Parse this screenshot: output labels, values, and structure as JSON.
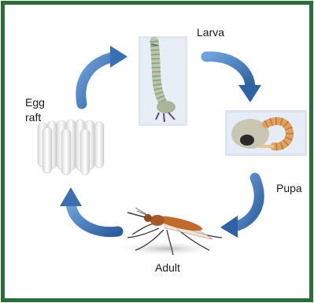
{
  "diagram": {
    "stages": [
      {
        "id": "larva",
        "label": "Larva"
      },
      {
        "id": "pupa",
        "label": "Pupa"
      },
      {
        "id": "adult",
        "label": "Adult"
      },
      {
        "id": "egg",
        "label_line1": "Egg",
        "label_line2": "raft"
      }
    ],
    "colors": {
      "border": "#2e6b3a",
      "arrow": "#4a84c6",
      "arrow_dark": "#2d5f9e",
      "panel": "#dde7f3",
      "mosquito_body": "#b5652a",
      "egg": "#f2f2f2"
    }
  }
}
